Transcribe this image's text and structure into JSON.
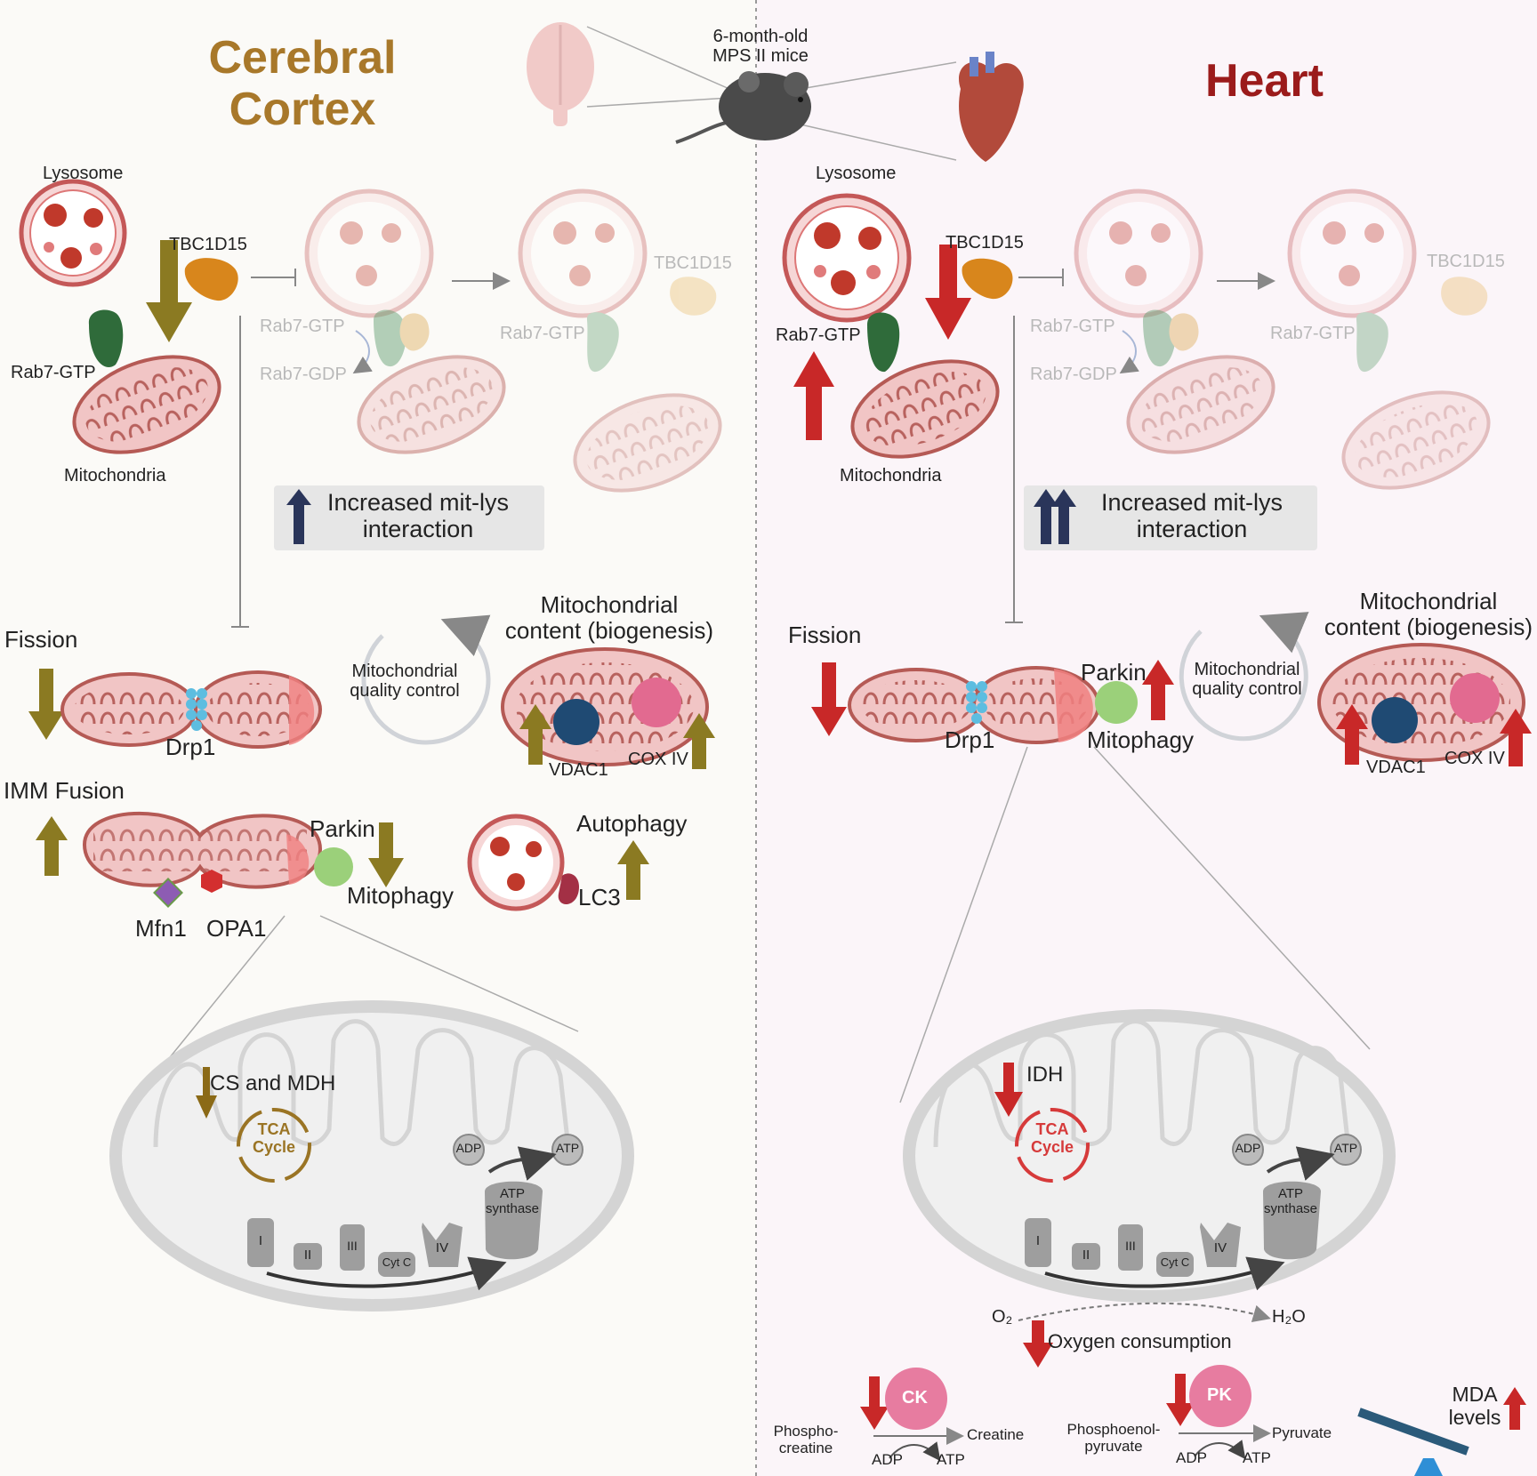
{
  "header": {
    "cortex_title_line1": "Cerebral",
    "cortex_title_line2": "Cortex",
    "heart_title": "Heart",
    "mice_line1": "6-month-old",
    "mice_line2": "MPS II mice"
  },
  "colors": {
    "cortex_accent": "#8b6a17",
    "heart_accent": "#9b1b1b",
    "down_arrow_cortex": "#7d6a1d",
    "up_arrow_heart": "#c82828",
    "interaction_arrow": "#2a355a",
    "heart_bg": "#fbf5f9",
    "cortex_bg": "#fbfaf7"
  },
  "cortex": {
    "lysosome": "Lysosome",
    "tbc1d15": "TBC1D15",
    "rab7_gtp": "Rab7-GTP",
    "mitochondria": "Mitochondria",
    "faded_rab7_gtp": "Rab7-GTP",
    "faded_rab7_gdp": "Rab7-GDP",
    "faded_rab7_gtp2": "Rab7-GTP",
    "faded_tbc1d15": "TBC1D15",
    "interaction_line1": "Increased mit-lys",
    "interaction_line2": "interaction",
    "fission": "Fission",
    "drp1": "Drp1",
    "qc_line1": "Mitochondrial",
    "qc_line2": "quality control",
    "content_line1": "Mitochondrial",
    "content_line2": "content (biogenesis)",
    "vdac1": "VDAC1",
    "cox4": "COX IV",
    "imm_fusion": "IMM Fusion",
    "parkin": "Parkin",
    "mitophagy": "Mitophagy",
    "mfn1": "Mfn1",
    "opa1": "OPA1",
    "autophagy": "Autophagy",
    "lc3": "LC3",
    "enzymes": "CS and MDH",
    "tca_line1": "TCA",
    "tca_line2": "Cycle",
    "adp": "ADP",
    "atp": "ATP",
    "atp_synthase_line1": "ATP",
    "atp_synthase_line2": "synthase",
    "complex_i": "I",
    "complex_ii": "II",
    "complex_iii": "III",
    "cyt_c": "Cyt C",
    "complex_iv": "IV"
  },
  "heart": {
    "lysosome": "Lysosome",
    "tbc1d15": "TBC1D15",
    "rab7_gtp": "Rab7-GTP",
    "mitochondria": "Mitochondria",
    "faded_rab7_gtp": "Rab7-GTP",
    "faded_rab7_gdp": "Rab7-GDP",
    "faded_rab7_gtp2": "Rab7-GTP",
    "faded_tbc1d15": "TBC1D15",
    "interaction_line1": "Increased mit-lys",
    "interaction_line2": "interaction",
    "fission": "Fission",
    "drp1": "Drp1",
    "parkin": "Parkin",
    "mitophagy": "Mitophagy",
    "qc_line1": "Mitochondrial",
    "qc_line2": "quality control",
    "content_line1": "Mitochondrial",
    "content_line2": "content (biogenesis)",
    "vdac1": "VDAC1",
    "cox4": "COX IV",
    "enzymes": "IDH",
    "tca_line1": "TCA",
    "tca_line2": "Cycle",
    "adp": "ADP",
    "atp": "ATP",
    "atp_synthase_line1": "ATP",
    "atp_synthase_line2": "synthase",
    "complex_i": "I",
    "complex_ii": "II",
    "complex_iii": "III",
    "cyt_c": "Cyt C",
    "complex_iv": "IV",
    "o2": "O₂",
    "h2o": "H₂O",
    "oxygen_consumption": "Oxygen consumption",
    "ck": "CK",
    "ck_substrate_line1": "Phospho-",
    "ck_substrate_line2": "creatine",
    "ck_product": "Creatine",
    "ck_adp": "ADP",
    "ck_atp": "ATP",
    "pk": "PK",
    "pk_substrate_line1": "Phosphoenol-",
    "pk_substrate_line2": "pyruvate",
    "pk_product": "Pyruvate",
    "pk_adp": "ADP",
    "pk_atp": "ATP",
    "mda_line1": "MDA",
    "mda_line2": "levels"
  }
}
